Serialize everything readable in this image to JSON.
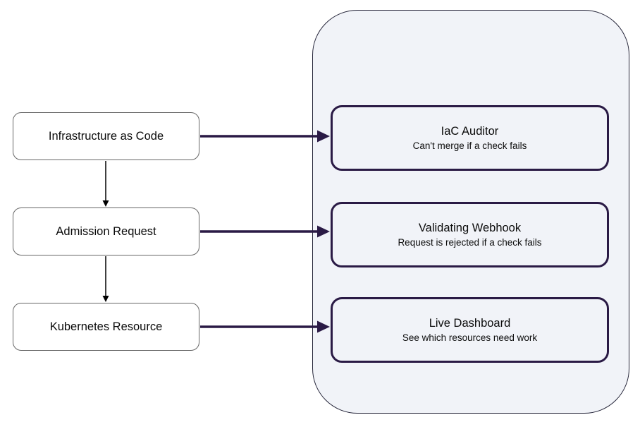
{
  "diagram": {
    "sources": [
      {
        "label": "Infrastructure as Code"
      },
      {
        "label": "Admission Request"
      },
      {
        "label": "Kubernetes Resource"
      }
    ],
    "targets": [
      {
        "title": "IaC Auditor",
        "subtitle": "Can't merge if a check fails"
      },
      {
        "title": "Validating Webhook",
        "subtitle": "Request is rejected if a check fails"
      },
      {
        "title": "Live Dashboard",
        "subtitle": "See which resources need work"
      }
    ],
    "colors": {
      "accent": "#2a1a45",
      "panel_bg": "#f1f3f8",
      "panel_border": "#26263a",
      "source_border": "#666666"
    }
  }
}
